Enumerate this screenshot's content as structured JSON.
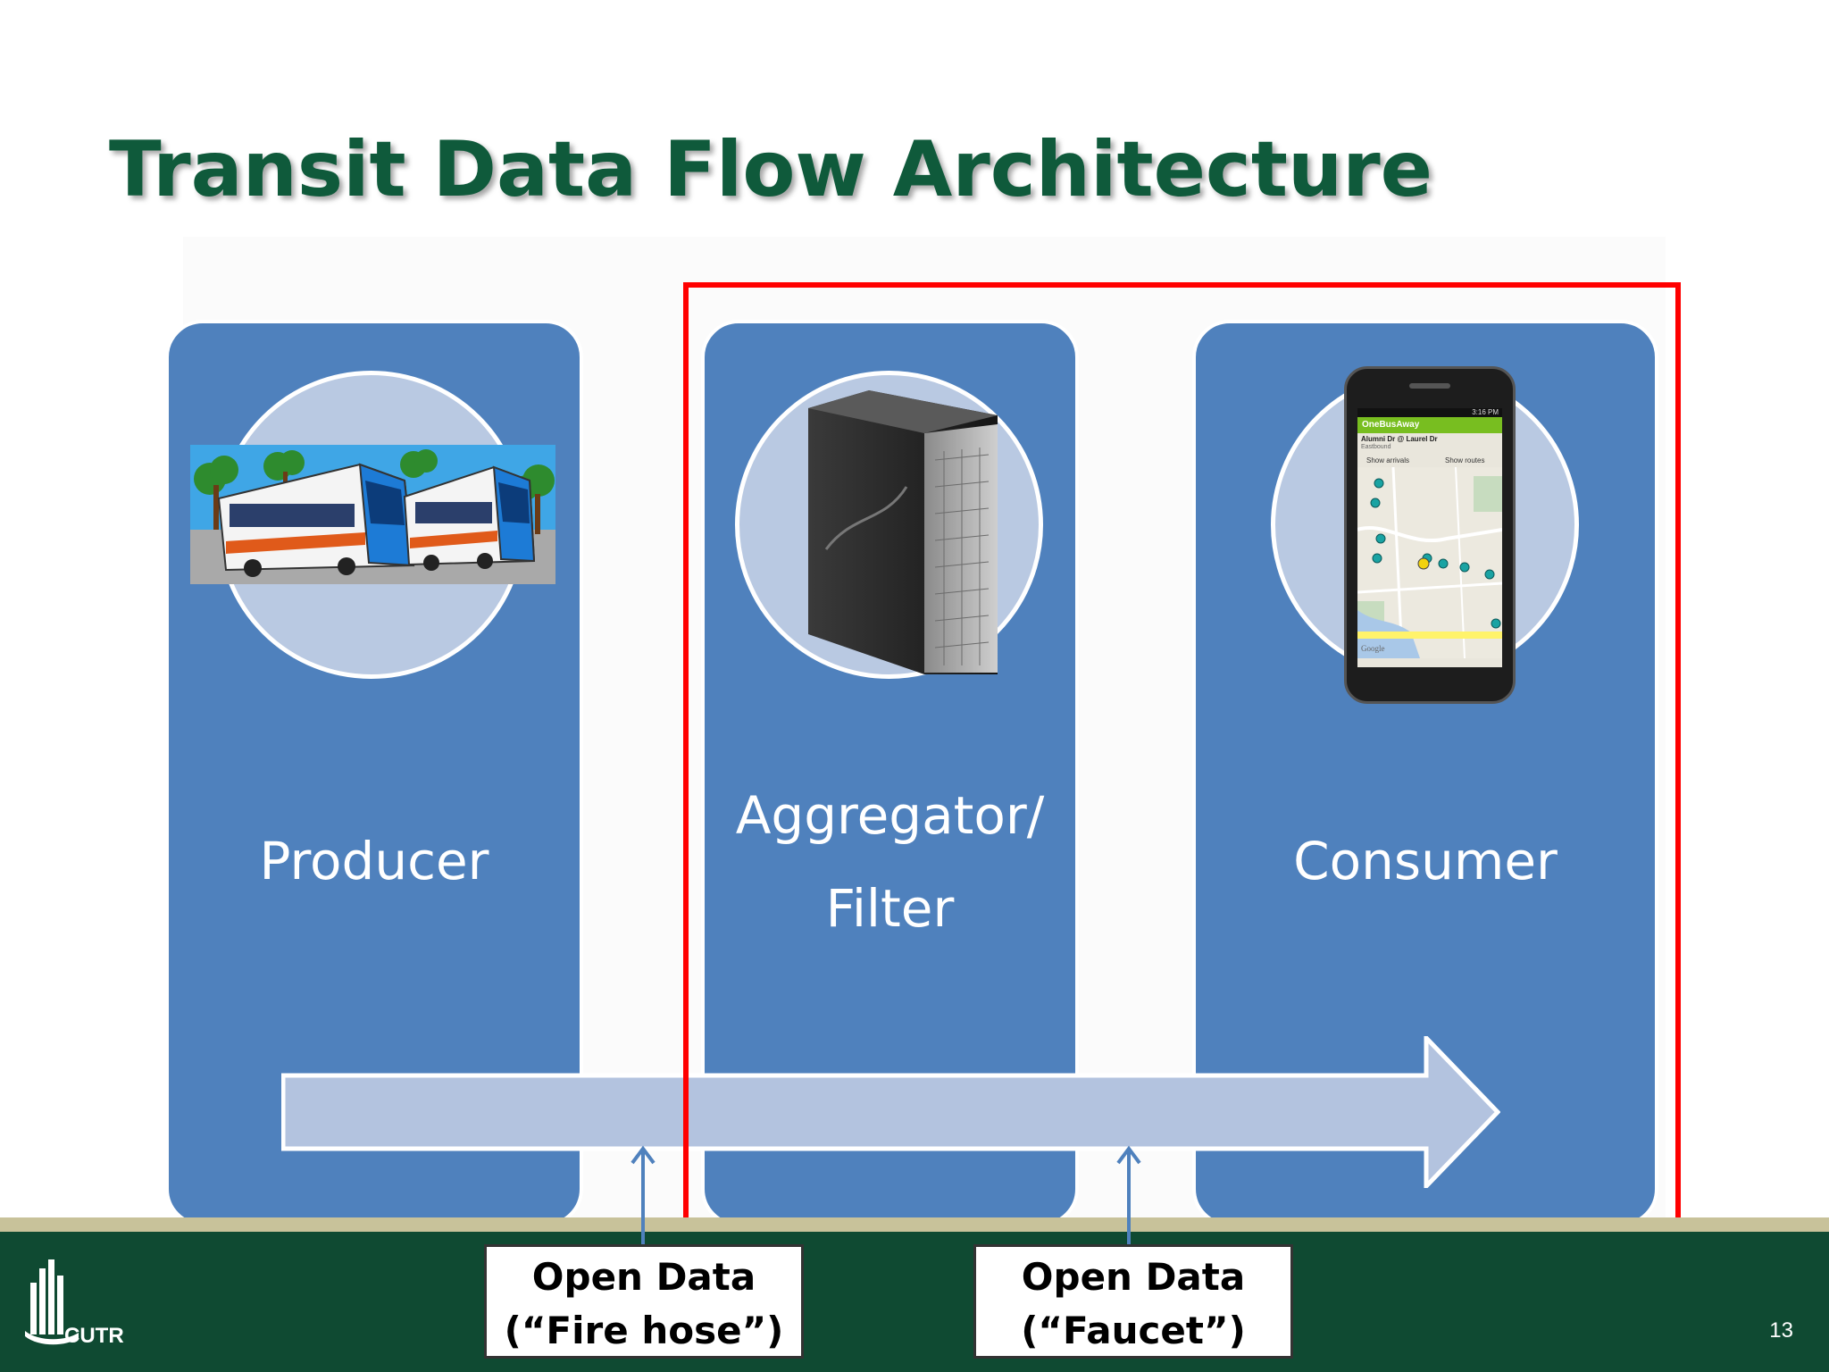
{
  "slide": {
    "title": "Transit Data Flow Architecture",
    "page_number": "13"
  },
  "stages": [
    {
      "label": "Producer",
      "icon": "bus-icon"
    },
    {
      "label_line1": "Aggregator/",
      "label_line2": "Filter",
      "icon": "server-icon"
    },
    {
      "label": "Consumer",
      "icon": "smartphone-icon"
    }
  ],
  "phone_screen": {
    "app_title": "OneBusAway",
    "status_time": "3:16 PM",
    "stop_name": "Alumni Dr @ Laurel Dr",
    "direction": "Eastbound",
    "tab_arrivals": "Show arrivals",
    "tab_routes": "Show routes",
    "map_attribution": "Google"
  },
  "callouts": [
    {
      "line1": "Open Data",
      "line2": "(“Fire hose”)"
    },
    {
      "line1": "Open Data",
      "line2": "(“Faucet”)"
    }
  ],
  "footer": {
    "logo_text": "CUTR"
  },
  "colors": {
    "title_green": "#0f5a3b",
    "card_blue": "#4f81bd",
    "arrow_light_blue": "#b3c3df",
    "highlight_red": "#ff0000",
    "footer_green": "#0f4a32",
    "footer_band": "#c8c29a"
  }
}
